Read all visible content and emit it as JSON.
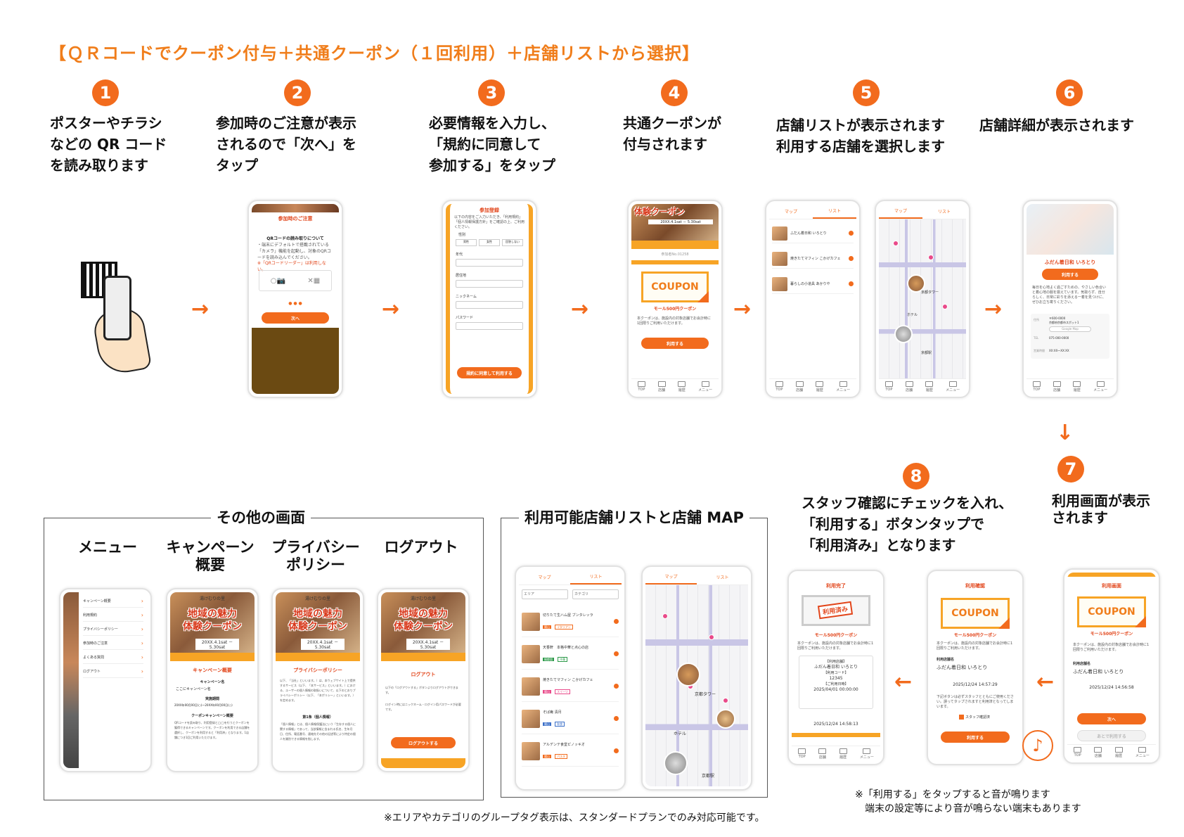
{
  "title": "【ＱＲコードでクーポン付与＋共通クーポン（１回利用）＋店舗リストから選択】",
  "arrow_glyph": "→",
  "down_arrow_glyph": "↓",
  "left_arrow_glyph": "←",
  "steps": [
    {
      "num": "1",
      "text": "ポスターやチラシ\nなどの QR コード\nを読み取ります"
    },
    {
      "num": "2",
      "text": "参加時のご注意が表示\nされるので「次へ」を\nタップ"
    },
    {
      "num": "3",
      "text": "必要情報を入力し、\n「規約に同意して\n参加する」をタップ"
    },
    {
      "num": "4",
      "text": "共通クーポンが\n付与されます"
    },
    {
      "num": "5",
      "text": "店舗リストが表示されます\n利用する店舗を選択します"
    },
    {
      "num": "6",
      "text": "店舗詳細が表示されます"
    },
    {
      "num": "7",
      "text": "利用画面が表示\nされます"
    },
    {
      "num": "8",
      "text": "スタッフ確認にチェックを入れ、\n「利用する」ボタンタップで\n「利用済み」となります"
    }
  ],
  "nav": {
    "top": "TOP",
    "shop": "店舗",
    "history": "履歴",
    "menu": "メニュー"
  },
  "screen2": {
    "header": "参加時のご注意",
    "heading": "QRコードの読み取りについて",
    "body": "・端末にデフォルトで搭載されている「カメラ」機能を起動し、対象のQRコードを読み込んでください。",
    "warn": "※「QRコードリーダー」は利用しない。",
    "next": "次へ"
  },
  "screen3": {
    "header": "参加登録",
    "intro": "以下の内容をご入力いただき、「利用規約」「個人情報保護方針」をご確認の上、ご利用ください。",
    "gender": "性別",
    "g1": "男性",
    "g2": "女性",
    "g3": "回答しない",
    "age": "年代",
    "pref": "居住地",
    "nick": "ニックネーム",
    "pass": "パスワード",
    "button": "規約に同意して利用する"
  },
  "screen4": {
    "banner_title": "体験クーポン",
    "date": "20XX.4.1sat － 5.30sat",
    "member": "参加者No.01258",
    "coupon": "COUPON",
    "coupon_sub": "モール500円クーポン",
    "desc": "本クーポンは、施設内の対象店舗でお会計時に1回限りご利用いただけます。",
    "use": "利用する"
  },
  "map_tabs": {
    "map": "マップ",
    "list": "リスト"
  },
  "screen5_list": [
    "ふだん着日和 いろとり",
    "焼きたてマフィン こかげカフェ",
    "暮らしの小道具 あかりや"
  ],
  "map_labels": {
    "station": "京都駅",
    "hotel": "ホテル",
    "tower": "京都タワー"
  },
  "screen6": {
    "shop": "ふだん着日和 いろとり",
    "use": "利用する",
    "desc": "毎日を心地よく過ごすための、やさしい色合いと着心地の服を揃えています。気取らず、自分らしく、日常に彩りを添える一着を見つけに、ぜひお立ち寄りください。",
    "addr_label": "住所",
    "addr": "〒600-0000\n京都府京都市スポット1",
    "map_btn": "Google Map",
    "tel_label": "TEL",
    "tel": "075-000-0000",
    "hours_label": "営業時間",
    "hours": "XX:XX～XX:XX"
  },
  "screen7": {
    "header": "利用画面",
    "coupon": "COUPON",
    "coupon_sub": "モール500円クーポン",
    "desc": "本クーポンは、施設内の対象店舗でお会計時に1回限りご利用いただけます。",
    "shop_label": "利用店舗名",
    "shop": "ふだん着日和 いろとり",
    "datetime": "2025/12/24 14:56:58",
    "next": "次へ",
    "later": "あとで利用する"
  },
  "screen8a": {
    "header": "利用確認",
    "coupon": "COUPON",
    "coupon_sub": "モール500円クーポン",
    "desc": "本クーポンは、施設内の対象店舗でお会計時に1回限りご利用いただけます。",
    "shop_label": "利用店舗名",
    "shop": "ふだん着日和 いろとり",
    "datetime": "2025/12/24 14:57:29",
    "notice": "下記ボタンは必ずスタッフとともにご使用ください。誤ってタップされますと利用済となってしまいます。",
    "check": "スタッフ確認済",
    "use": "利用する"
  },
  "screen8b": {
    "header": "利用完了",
    "stamp": "利用済み",
    "coupon_sub": "モール500円クーポン",
    "desc": "本クーポンは、施設内の対象店舗でお会計時に1回限りご利用いただけます。",
    "shop_label": "【利用店舗】",
    "shop": "ふだん着日和 いろとり",
    "code_label": "【利用コード】",
    "code": "12345",
    "date_label": "【ご利用日時】",
    "date": "2025/04/01 00:00:00",
    "datetime": "2025/12/24 14:58:13"
  },
  "sound_note": "※「利用する」をタップすると音が鳴ります\n　端末の設定等により音が鳴らない端末もあります",
  "other": {
    "title": "その他の画面",
    "cols": [
      "メニュー",
      "キャンペーン\n概要",
      "プライバシー\nポリシー",
      "ログアウト"
    ],
    "menu_items": [
      "キャンペーン概要",
      "利用規約",
      "プライバシーポリシー",
      "参加時のご注意",
      "よくある質問",
      "ログアウト"
    ],
    "banner_logo": "湯けむりの里",
    "banner_title": "地域の魅力\n体験クーポン",
    "date": "20XX.4.1sat － 5.30sat",
    "campaign": {
      "heading": "キャンペーン概要",
      "name_label": "キャンペーン名",
      "name": "ここにキャンペーン名",
      "period_label": "実施期間",
      "period": "20XX年00月00日(○)～20XX年00月00日(○)",
      "sub": "クーポンキャンペーン概要",
      "body": "QRコードを読み取り、利用登録と◯◯を行うとクーポンを獲得できるキャンペーンです。クーポンを利用できる店舗を選択し、クーポンを利用すると「利用済」となります。1店舗につき1回ご利用いただけます。"
    },
    "privacy": {
      "heading": "プライバシーポリシー",
      "body": "以下、「当社」といいます。）は、本ウェブサイト上で提供するサービス（以下、「本サービス」といいます。）における、ユーザーの個人情報の取扱いについて、以下のとおりプライバシーポリシー（以下、「本ポリシー」といいます。）を定めます。",
      "sub": "第1条（個人情報）",
      "body2": "「個人情報」とは、個人情報保護法にいう「生存する個人に関する情報」であって、当該情報に含まれる氏名、生年月日、住所、電話番号、連絡先その他の記述等により特定の個人を識別できる情報を指します。"
    },
    "logout": {
      "heading": "ログアウト",
      "body": "以下の「ログアウトする」ボタンよりログアウトができます。",
      "body2": "ログイン時にはニックネーム・ログイン用パスワードが必要です。",
      "button": "ログアウトする"
    }
  },
  "stores": {
    "title": "利用可能店舗リストと店舗 MAP",
    "area": "エリア",
    "category": "カテゴリ",
    "items": [
      {
        "name": "切りたて生ハム屋 ブンタレッラ",
        "tags": [
          "陽山",
          "イタリアン"
        ]
      },
      {
        "name": "天香軒　本格中華と点心の店",
        "tags": [
          "細都園",
          "中華"
        ]
      },
      {
        "name": "焼きたてマフィン こかげカフェ",
        "tags": [
          "陽山",
          "スイーツ"
        ]
      },
      {
        "name": "そば庵 清月",
        "tags": [
          "陽山",
          "和食"
        ]
      },
      {
        "name": "アルデンテ食堂ピノッキオ",
        "tags": [
          "陽山",
          "パスタ"
        ]
      }
    ]
  },
  "footnote": "※エリアやカテゴリのグループタグ表示は、スタンダードプランでのみ対応可能です。",
  "colors": {
    "accent": "#f26b1d",
    "band": "#f7a425",
    "title": "#f07d1a"
  }
}
